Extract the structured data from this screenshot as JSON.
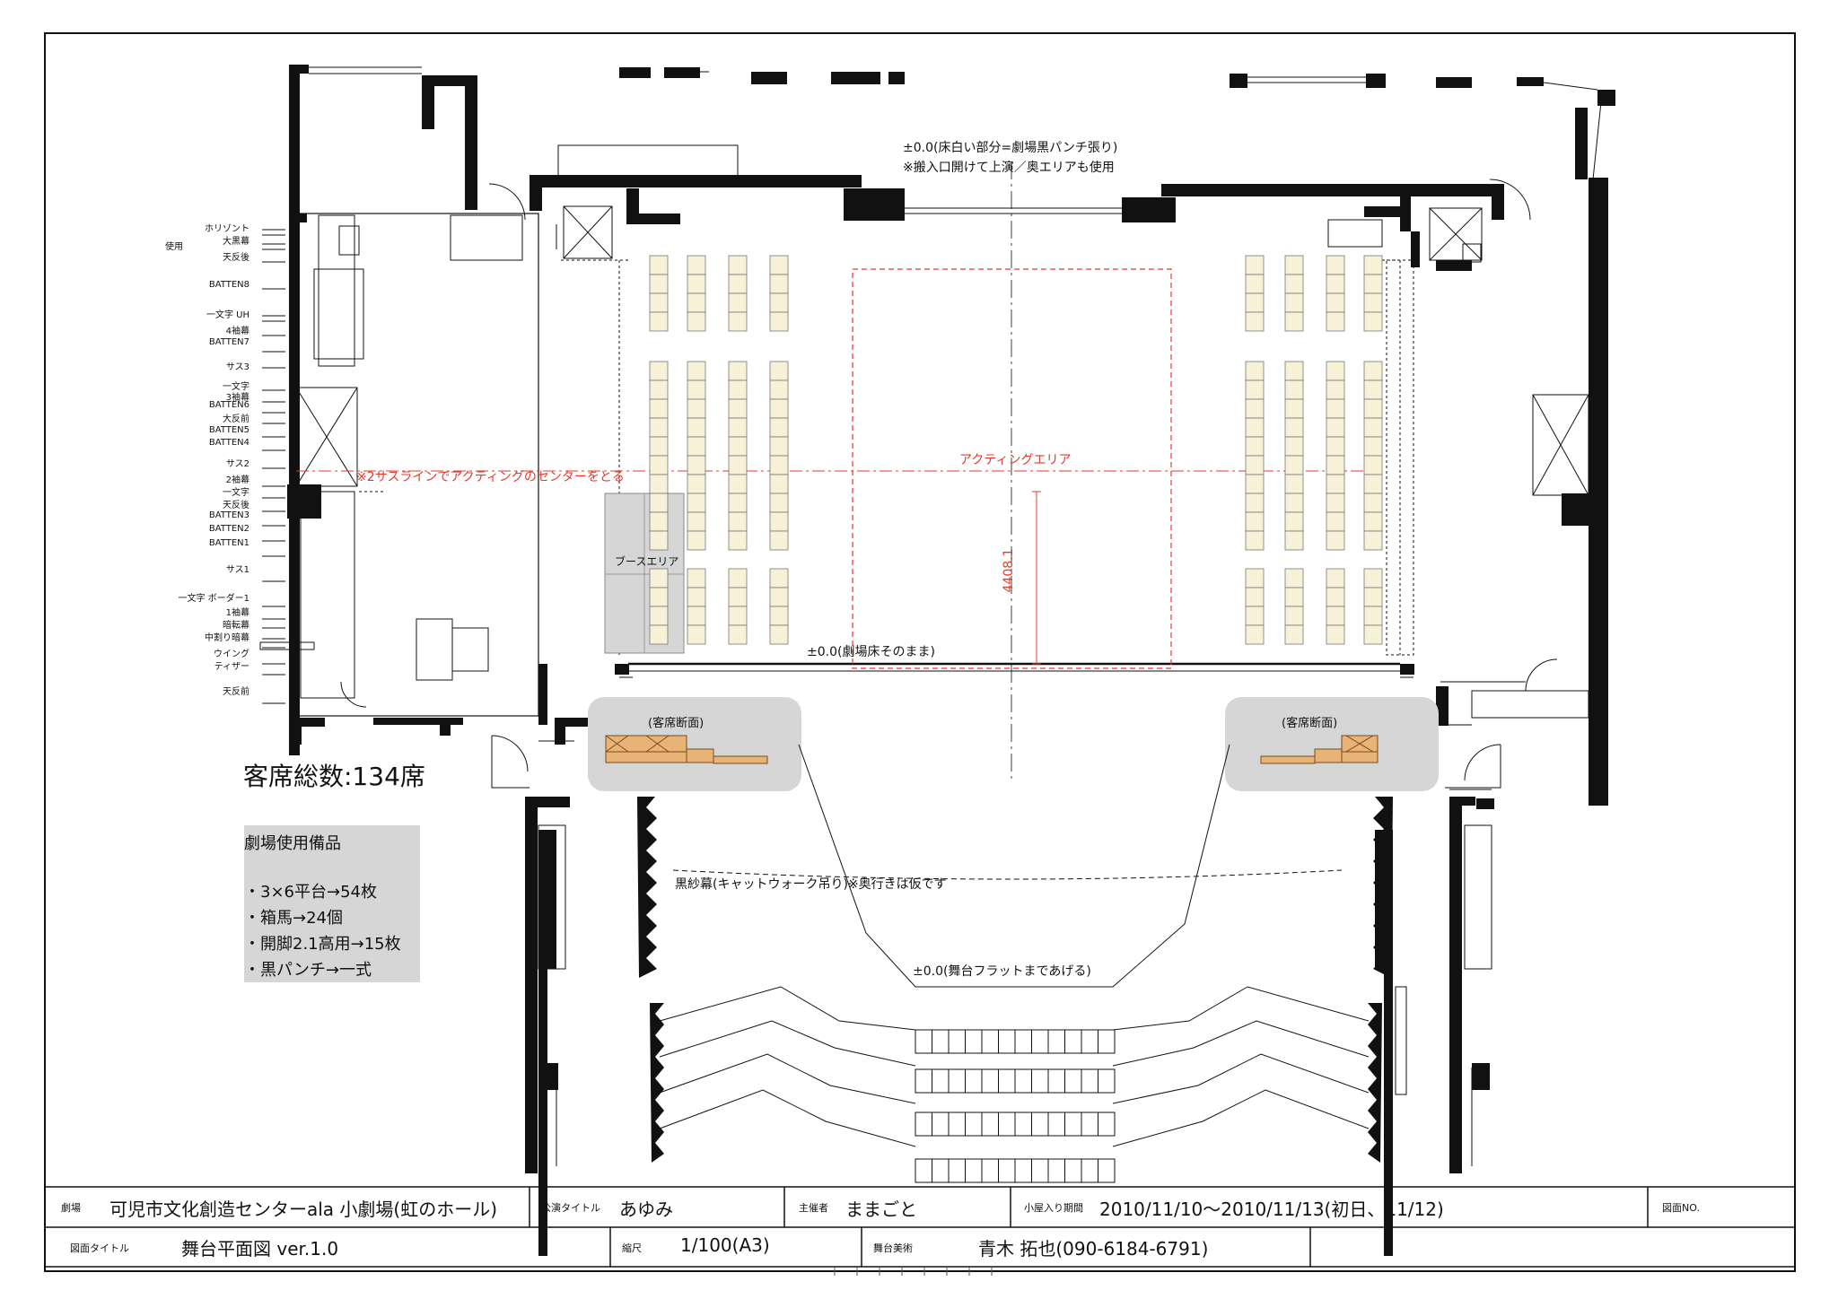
{
  "notes": {
    "level_top_1": "±0.0(床白い部分=劇場黒パンチ張り)",
    "level_top_2": "※搬入口開けて上演／奥エリアも使用",
    "acting_area": "アクティングエリア",
    "center_note": "※2サスラインでアクティングのセンターをとる",
    "booth_area": "ブースエリア",
    "dimension": "4408.1",
    "level_stage": "±0.0(劇場床そのまま)",
    "section_left": "(客席断面)",
    "section_right": "(客席断面)",
    "gauze": "黒紗幕(キャットウォーク吊り)※奥行きは仮です",
    "level_flat": "±0.0(舞台フラットまであげる)",
    "seat_total": "客席総数:134席"
  },
  "equipment": {
    "title": "劇場使用備品",
    "items": [
      "・3×6平台→54枚",
      "・箱馬→24個",
      "・開脚2.1高用→15枚",
      "・黒パンチ→一式"
    ]
  },
  "batten_labels": {
    "use_label": "使用",
    "items": [
      "ホリゾント",
      "大黒幕",
      "天反後",
      "BATTEN8",
      "一文字 UH",
      "4袖幕",
      "BATTEN7",
      "サス3",
      "一文字",
      "3袖幕",
      "BATTEN6",
      "大反前",
      "BATTEN5",
      "BATTEN4",
      "サス2",
      "2袖幕",
      "一文字",
      "天反後",
      "BATTEN3",
      "BATTEN2",
      "BATTEN1",
      "サス1",
      "一文字 ボーダー1",
      "1袖幕",
      "暗転幕",
      "中割り暗幕",
      "ウイング",
      "ティザー",
      "天反前"
    ]
  },
  "title_block": {
    "venue_key": "劇場",
    "venue": "可児市文化創造センターala 小劇場(虹のホール)",
    "title_key": "公演タイトル",
    "title": "あゆみ",
    "organizer_key": "主催者",
    "organizer": "ままごと",
    "period_key": "小屋入り期間",
    "period": "2010/11/10〜2010/11/13(初日、11/12)",
    "drawing_no_key": "図面NO.",
    "drawing_title_key": "図面タイトル",
    "drawing_title": "舞台平面図 ver.1.0",
    "scale_key": "縮尺",
    "scale": "1/100(A3)",
    "art_key": "舞台美術",
    "art": "青木 拓也(090-6184-6791)"
  },
  "colors": {
    "line": "#111111",
    "red": "#e53a2c",
    "seat": "#f7f1d8",
    "gray": "#d6d6d6",
    "wood": "#e8b476"
  }
}
